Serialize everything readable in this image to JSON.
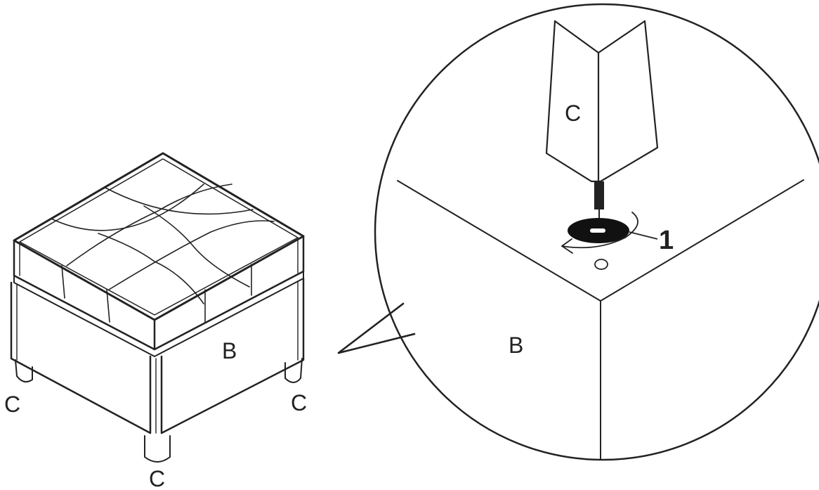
{
  "labels": {
    "ottoman_body": "B",
    "ottoman_leg_left": "C",
    "ottoman_leg_right": "C",
    "ottoman_leg_front": "C",
    "detail_leg": "C",
    "detail_body": "B",
    "washer_number": "1"
  },
  "colors": {
    "line": "#222222",
    "washer": "#111111",
    "background": "#ffffff"
  }
}
